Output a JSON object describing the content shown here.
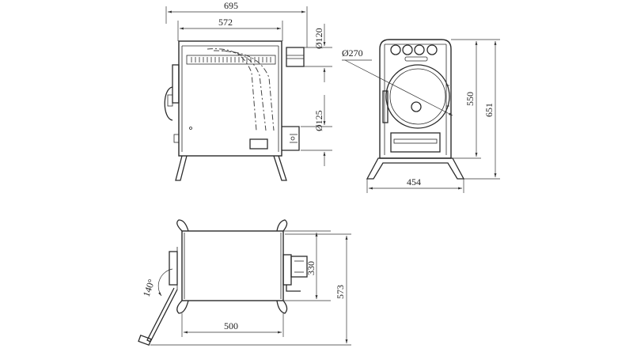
{
  "dimensions": {
    "overall_width": "695",
    "body_width": "572",
    "flue_diameter": "Ø120",
    "inlet_diameter": "Ø125",
    "door_diameter": "Ø270",
    "body_height": "550",
    "overall_height": "651",
    "front_width": "454",
    "top_width": "330",
    "top_depth": "573",
    "top_length": "500",
    "door_angle": "140°"
  }
}
